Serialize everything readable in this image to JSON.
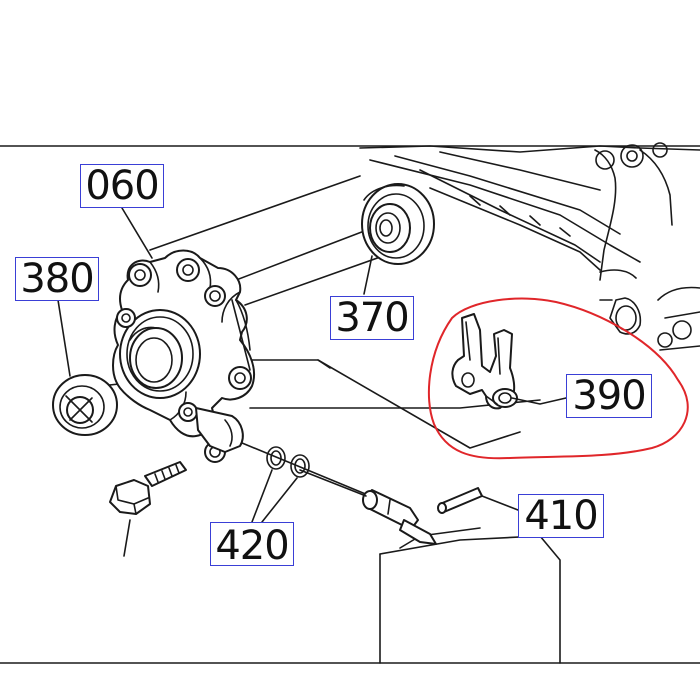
{
  "callouts": {
    "c060": "060",
    "c380": "380",
    "c370": "370",
    "c390": "390",
    "c410": "410",
    "c420": "420"
  },
  "colors": {
    "callout_border": "#3a3fd6",
    "highlight": "#e0262a",
    "line": "#1a1a1a"
  }
}
